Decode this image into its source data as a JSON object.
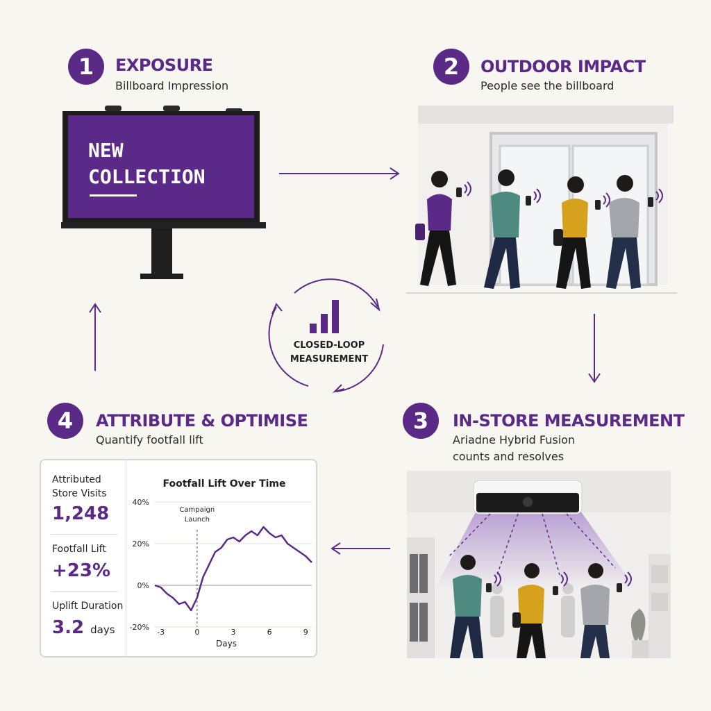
{
  "steps": [
    {
      "number": "1",
      "title": "EXPOSURE",
      "subtitle": "Billboard Impression"
    },
    {
      "number": "2",
      "title": "OUTDOOR IMPACT",
      "subtitle": "People see the billboard"
    },
    {
      "number": "3",
      "title": "IN-STORE MEASUREMENT",
      "subtitle_line1": "Ariadne Hybrid Fusion",
      "subtitle_line2": "counts and resolves"
    },
    {
      "number": "4",
      "title": "ATTRIBUTE & OPTIMISE",
      "subtitle": "Quantify footfall lift"
    }
  ],
  "billboard": {
    "line1": "NEW",
    "line2": "COLLECTION"
  },
  "loop": {
    "line1": "CLOSED-LOOP",
    "line2": "MEASUREMENT"
  },
  "metrics": [
    {
      "label_line1": "Attributed",
      "label_line2": "Store Visits",
      "value": "1,248",
      "unit": ""
    },
    {
      "label_line1": "Footfall Lift",
      "value": "+23%",
      "unit": ""
    },
    {
      "label_line1": "Uplift Duration",
      "value": "3.2",
      "unit": "days"
    }
  ],
  "colors": {
    "accent": "#5a2a86",
    "background": "#f8f6f1"
  },
  "chart_data": {
    "type": "line",
    "title": "Footfall Lift Over Time",
    "xlabel": "Days",
    "ylabel": "",
    "x_ticks": [
      -3,
      0,
      3,
      6,
      9
    ],
    "y_ticks": [
      "40%",
      "20%",
      "0%",
      "-20%"
    ],
    "xlim": [
      -3.5,
      9.5
    ],
    "ylim": [
      -20,
      40
    ],
    "annotation": {
      "x": 0,
      "line1": "Campaign",
      "line2": "Launch"
    },
    "grid": true,
    "series": [
      {
        "x": [
          -3.5,
          -3,
          -2.5,
          -2,
          -1.5,
          -1,
          -0.5,
          0,
          0.5,
          1,
          1.5,
          2,
          2.5,
          3,
          3.5,
          4,
          4.5,
          5,
          5.5,
          6,
          6.5,
          7,
          7.5,
          8,
          8.5,
          9,
          9.5
        ],
        "values": [
          0,
          -1,
          -4,
          -6,
          -9,
          -8,
          -12,
          -6,
          4,
          10,
          16,
          18,
          22,
          23,
          21,
          24,
          26,
          24,
          28,
          25,
          23,
          24,
          20,
          18,
          16,
          14,
          11
        ]
      }
    ]
  }
}
